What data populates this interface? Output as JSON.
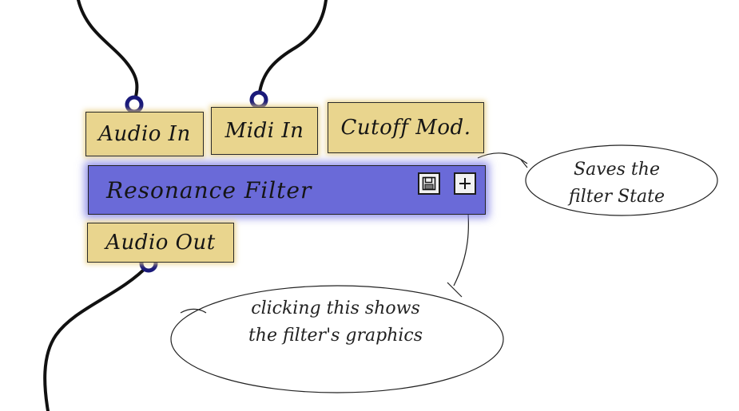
{
  "node": {
    "title": "Resonance Filter",
    "save_icon": "floppy-disk-icon",
    "expand_icon": "plus-icon"
  },
  "inputs": [
    {
      "label": "Audio In"
    },
    {
      "label": "Midi In"
    },
    {
      "label": "Cutoff Mod."
    }
  ],
  "outputs": [
    {
      "label": "Audio Out"
    }
  ],
  "annotations": {
    "save": {
      "line1": "Saves the",
      "line2": "filter State"
    },
    "graphics": {
      "line1": "clicking this shows",
      "line2": "the filter's graphics"
    }
  },
  "colors": {
    "port_fill": "#e9d58e",
    "node_fill": "#6a6ad8",
    "connector_ring": "#1a1a7a",
    "cable": "#111111"
  }
}
